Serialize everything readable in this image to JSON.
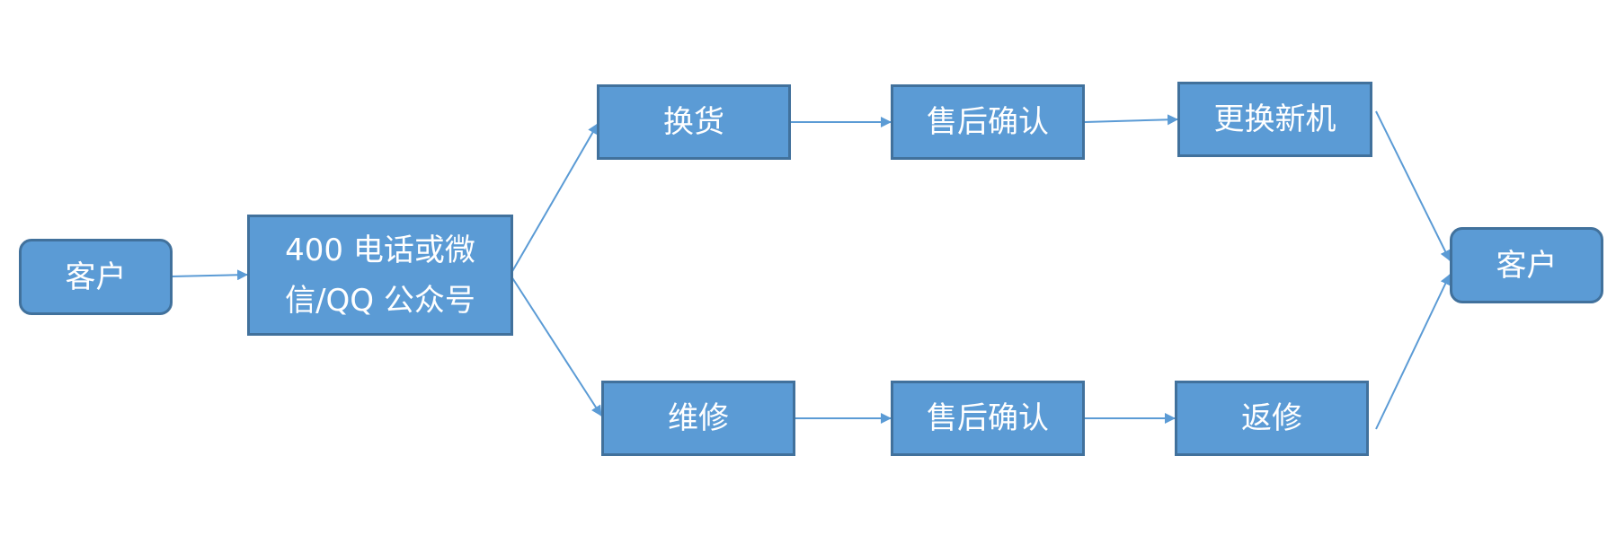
{
  "diagram": {
    "nodes": {
      "customer_start": "客户",
      "service_channel": {
        "line1": "400 电话或微",
        "line2": "信/QQ 公众号"
      },
      "exchange": "换货",
      "aftersale_confirm_top": "售后确认",
      "replace_new": "更换新机",
      "repair": "维修",
      "aftersale_confirm_bottom": "售后确认",
      "return_repair": "返修",
      "customer_end": "客户"
    },
    "colors": {
      "node_fill": "#5b9bd5",
      "node_border": "#41719c",
      "node_text": "#ffffff",
      "arrow": "#5b9bd5"
    }
  }
}
